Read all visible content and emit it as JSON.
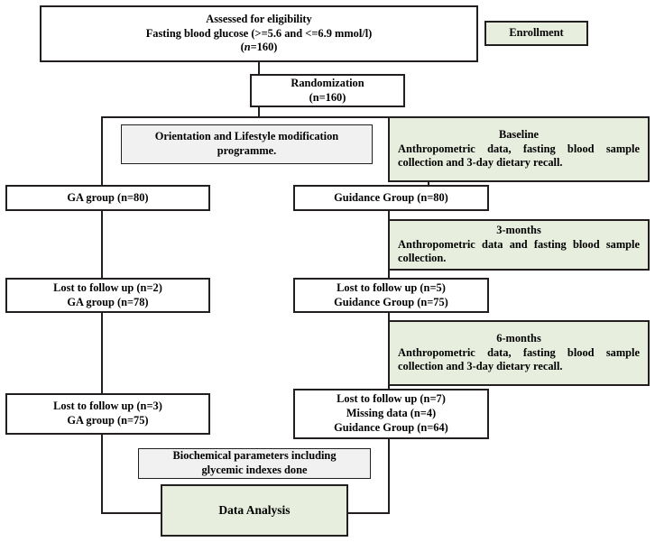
{
  "diagram": {
    "title": "CONSORT participant flow diagram",
    "colors": {
      "stroke": "#231f20",
      "green_fill": "#e8eedd",
      "gray_fill": "#f1f1f1",
      "white_fill": "#ffffff"
    }
  },
  "enrollment": {
    "assessed_line1": "Assessed for eligibility",
    "assessed_line2": "Fasting blood glucose (>=5.6 and <=6.9 mmol/l)",
    "assessed_line3_pre": "(",
    "assessed_line3_italic": "n",
    "assessed_line3_post": "=160)",
    "badge_label": "Enrollment"
  },
  "randomization": {
    "line1": "Randomization",
    "line2": "(n=160)"
  },
  "orientation": {
    "line1": "Orientation and Lifestyle modification",
    "line2": "programme."
  },
  "timepoints": [
    {
      "key": "baseline",
      "heading": "Baseline",
      "body": "Anthropometric data, fasting blood sample collection and 3-day dietary recall."
    },
    {
      "key": "three_months",
      "heading": "3-months",
      "body": "Anthropometric data and fasting blood sample collection."
    },
    {
      "key": "six_months",
      "heading": "6-months",
      "body": "Anthropometric data, fasting blood sample collection and 3-day dietary recall."
    }
  ],
  "arms": {
    "left": {
      "allocation": "GA group (n=80)",
      "followup_3m_line1": "Lost to follow up (n=2)",
      "followup_3m_line2": "GA group (n=78)",
      "followup_6m_line1": "Lost to follow up  (n=3)",
      "followup_6m_line2": "GA group (n=75)"
    },
    "right": {
      "allocation": "Guidance Group (n=80)",
      "followup_3m_line1": "Lost to follow up  (n=5)",
      "followup_3m_line2": "Guidance Group (n=75)",
      "followup_6m_line1": "Lost to follow up  (n=7)",
      "followup_6m_line2": "Missing data (n=4)",
      "followup_6m_line3": "Guidance Group (n=64)"
    }
  },
  "analysis": {
    "biochemical_line1": "Biochemical parameters including",
    "biochemical_line2": "glycemic indexes done",
    "data_analysis": "Data Analysis"
  }
}
